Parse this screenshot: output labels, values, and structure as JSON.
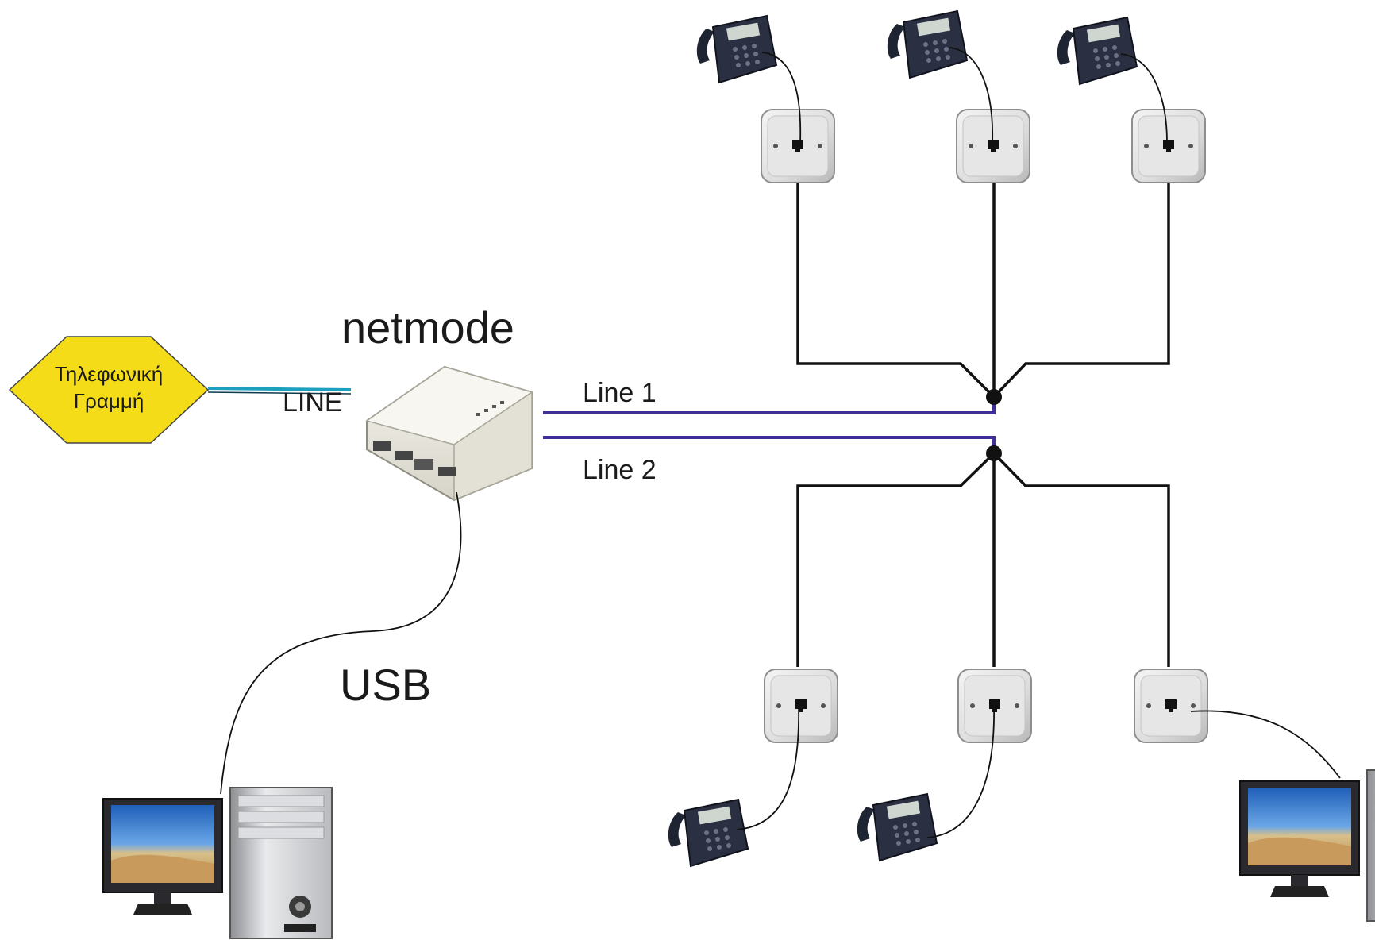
{
  "labels": {
    "phone_line": "Τηλεφωνική\nΓραμμή",
    "phone_line_1": "Τηλεφωνική",
    "phone_line_2": "Γραμμή",
    "line_port": "LINE",
    "device": "netmode",
    "line1": "Line 1",
    "line2": "Line 2",
    "usb": "USB"
  },
  "colors": {
    "hexagon_fill": "#f5dc18",
    "hexagon_stroke": "#444444",
    "pstn_cable": "#1e9fbe",
    "line_cable": "#3f2f96",
    "wire": "#111111"
  },
  "elements": {
    "telephones": 5,
    "wall_sockets": 6,
    "computers": 2
  }
}
